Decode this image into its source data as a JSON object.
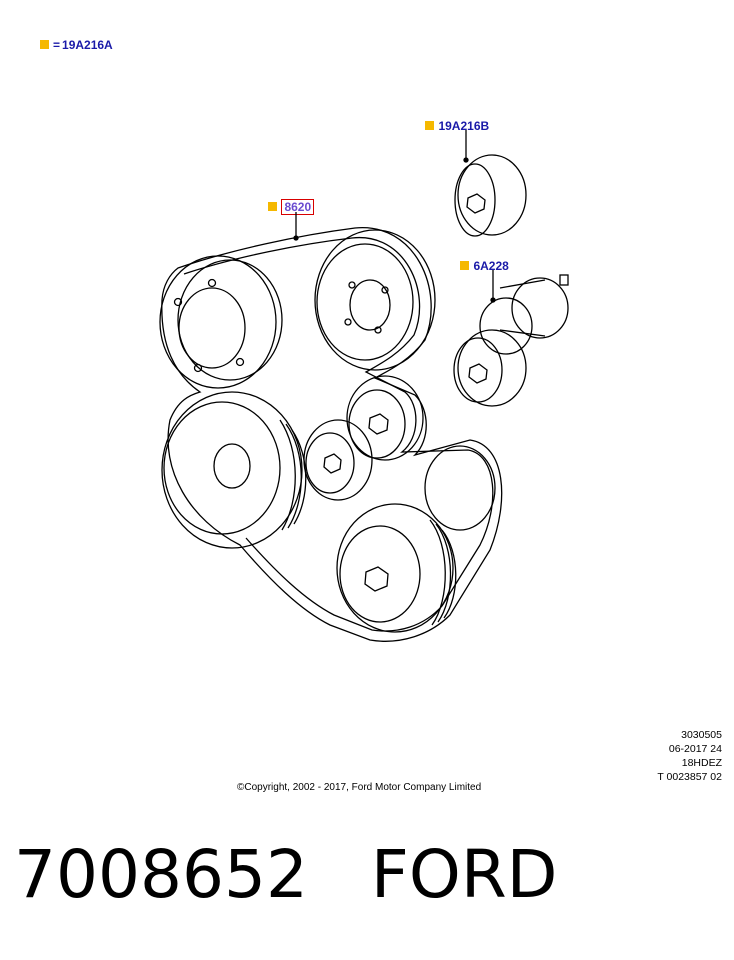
{
  "legend": {
    "symbol": "yellow-square",
    "equals": "=",
    "code": "19A216A"
  },
  "callouts": {
    "tensioner_bolt": "19A216B",
    "belt": "8620",
    "idler": "6A228"
  },
  "meta": {
    "line1": "3030505",
    "line2": "06-2017 24",
    "line3": "18HDEZ",
    "line4": "T 0023857 02"
  },
  "copyright": "©Copyright, 2002 - 2017, Ford Motor Company Limited",
  "part_number": "7008652",
  "brand": "FORD",
  "colors": {
    "callout_text": "#1a1aa8",
    "marker": "#f5b800",
    "highlight_box": "#d80000"
  }
}
